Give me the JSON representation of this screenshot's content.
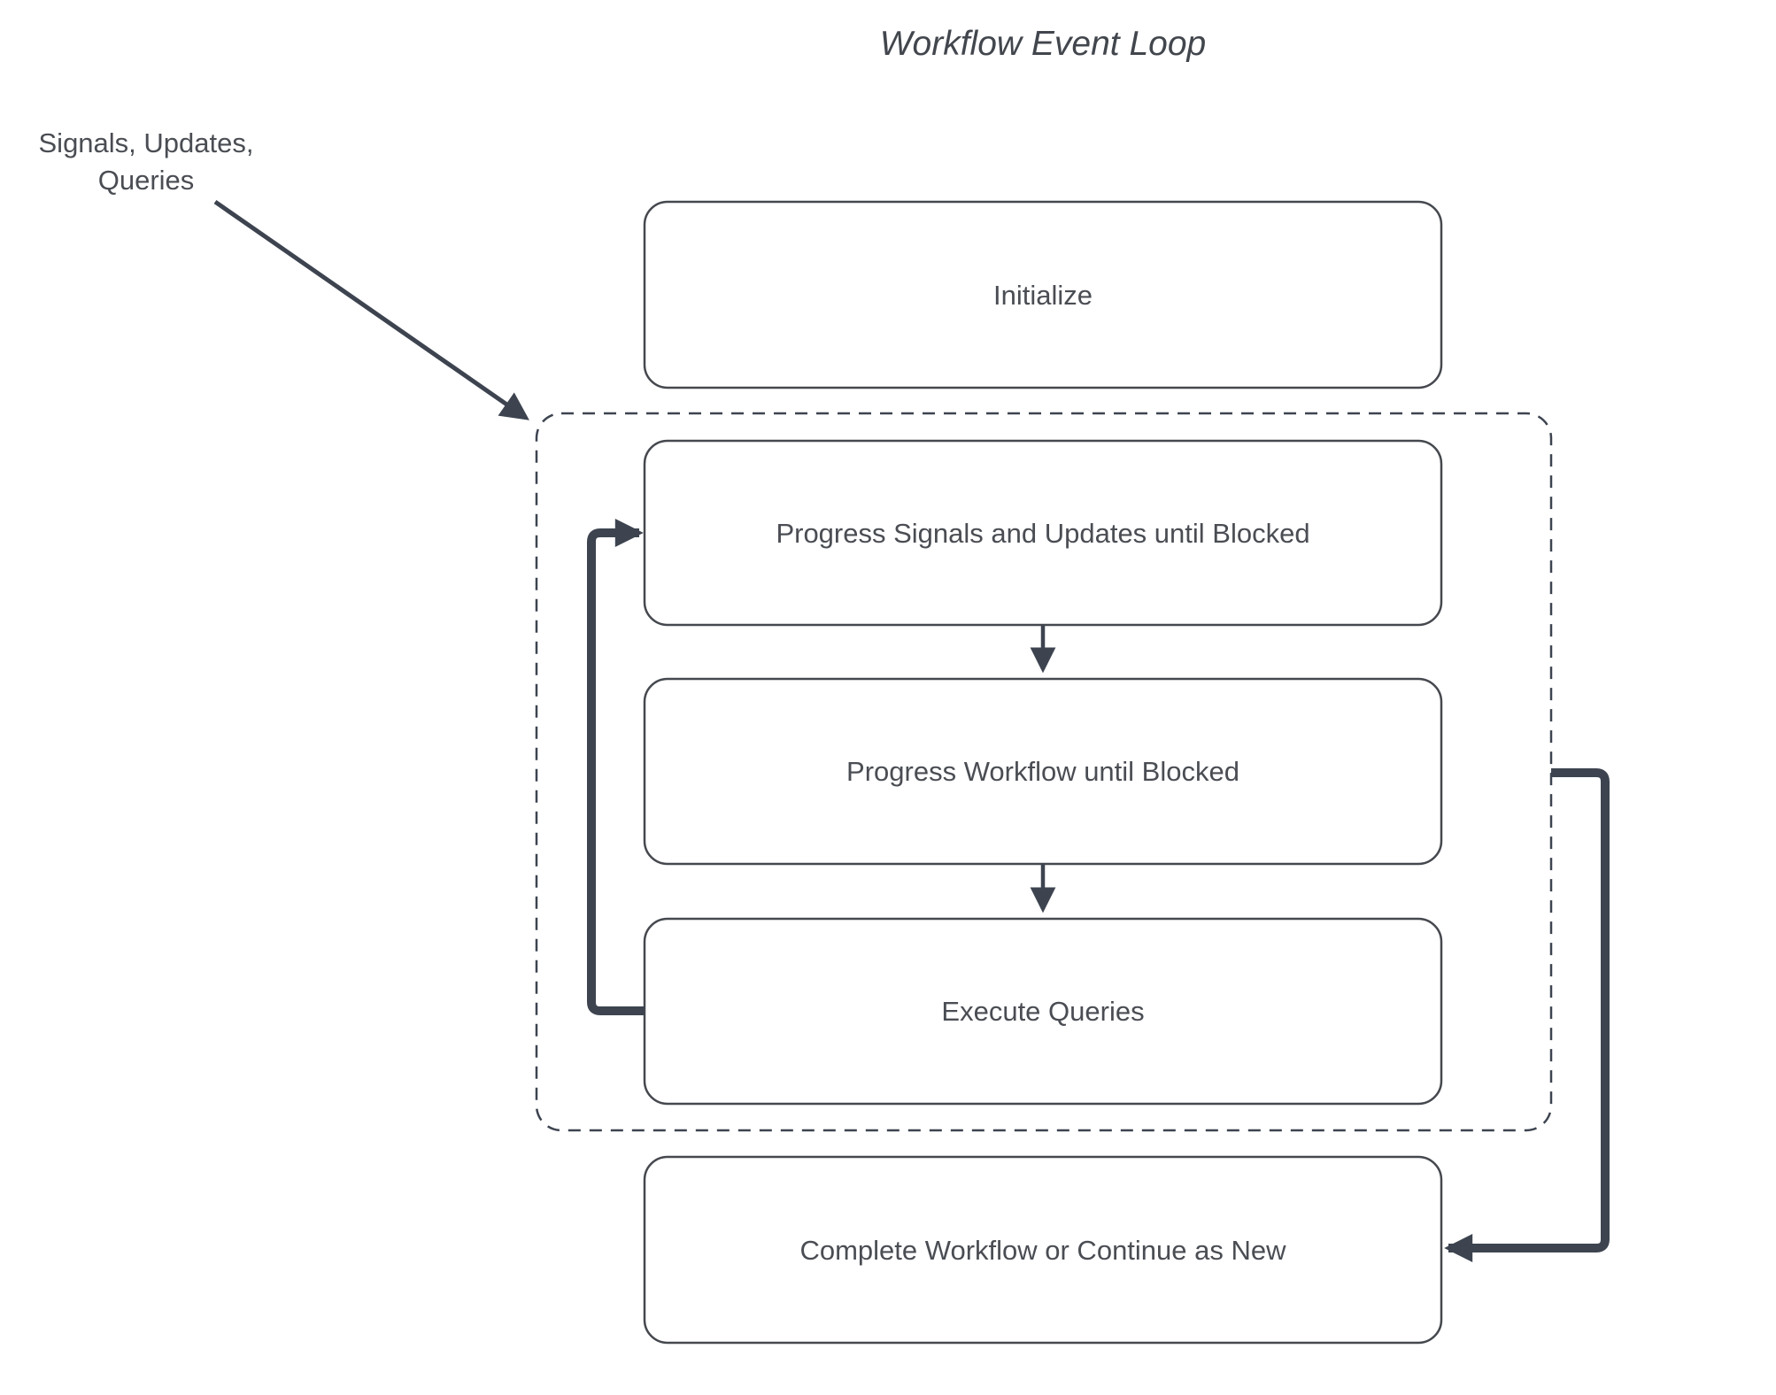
{
  "diagram": {
    "title": "Workflow Event Loop",
    "annotation": {
      "line1": "Signals, Updates,",
      "line2": "Queries"
    },
    "nodes": {
      "initialize": "Initialize",
      "progress_signals": "Progress Signals and Updates until Blocked",
      "progress_workflow": "Progress Workflow until Blocked",
      "execute_queries": "Execute Queries",
      "complete": "Complete Workflow or Continue as New"
    },
    "colors": {
      "arrow": "#3d4450",
      "box_border": "#45484e",
      "text": "#4a4d53",
      "title": "#42464d",
      "background": "#ffffff"
    }
  }
}
